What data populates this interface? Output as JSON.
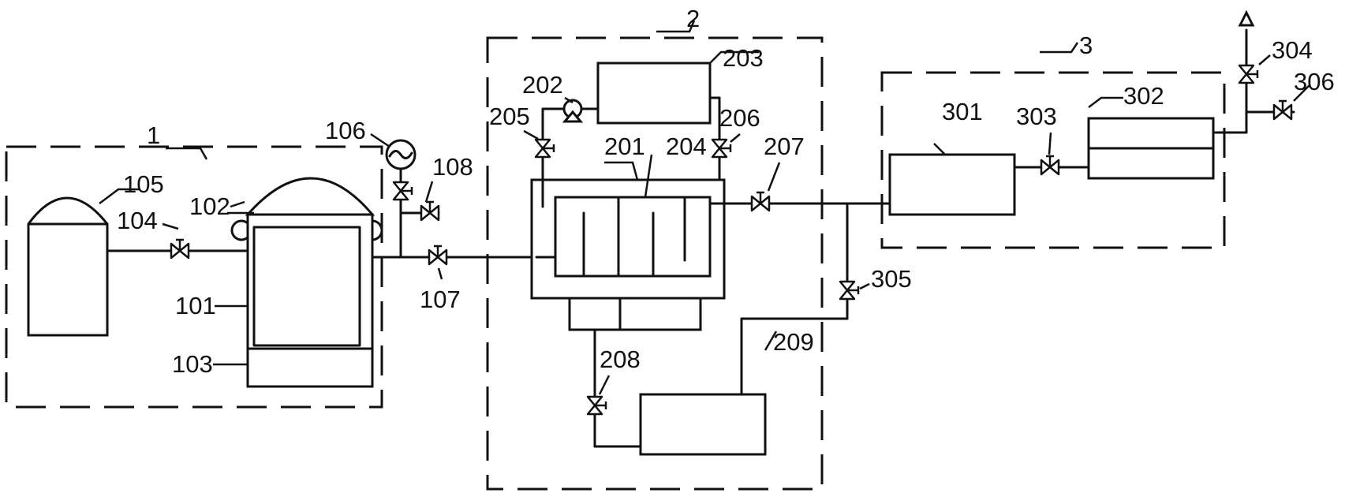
{
  "labels": {
    "l1": "1",
    "l2": "2",
    "l3": "3",
    "l101": "101",
    "l102": "102",
    "l103": "103",
    "l104": "104",
    "l105": "105",
    "l106": "106",
    "l107": "107",
    "l108": "108",
    "l201": "201",
    "l202": "202",
    "l203": "203",
    "l204": "204",
    "l205": "205",
    "l206": "206",
    "l207": "207",
    "l208": "208",
    "l209": "209",
    "l301": "301",
    "l302": "302",
    "l303": "303",
    "l304": "304",
    "l305": "305",
    "l306": "306"
  },
  "icons": {
    "valve": "gate-valve-icon",
    "pump": "pump-icon",
    "gauge": "gauge-icon",
    "vent": "vent-arrow-icon"
  }
}
